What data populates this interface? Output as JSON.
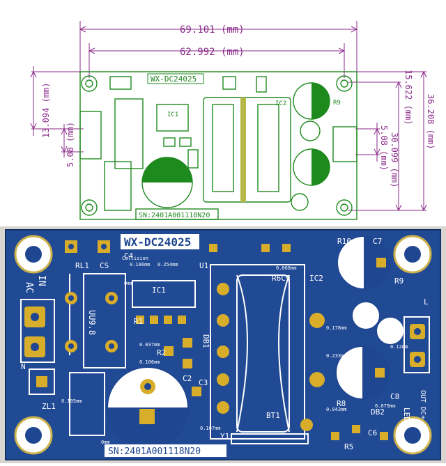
{
  "dims": {
    "width_total": "69.101 (mm)",
    "width_holes": "62.992 (mm)",
    "left_hole_y": "13.094 (mm)",
    "left_conn_pitch": "5.08 (mm)",
    "right_top_offset": "15.622 (mm)",
    "height_total": "36.208 (mm)",
    "right_conn_pitch": "5.08 (mm)",
    "right_height": "30.099 (mm)"
  },
  "board": {
    "model": "WX-DC24025",
    "serial": "SN:2401A001118N20",
    "labels": {
      "rl1": "RL1",
      "cs": "CS",
      "ic1": "IC1",
      "db1": "DB1",
      "ic2": "IC2",
      "r10": "R10",
      "c7": "C7",
      "r9": "R9",
      "ac": "AC",
      "in": "IN",
      "l": "L",
      "n": "N",
      "zl1": "ZL1",
      "r6c9": "R6C9",
      "r1": "R1",
      "r2": "R2",
      "c2": "C2",
      "c3": "C3",
      "c4": "C4",
      "uu98": "UU9.8",
      "bt1": "BT1",
      "y1": "Y1",
      "r8": "R8",
      "c6": "C6",
      "c8": "C8",
      "db2": "DB2",
      "led": "LED",
      "out": "OUT DC+",
      "u1": "U1",
      "r5": "R5"
    },
    "annotations": {
      "a1": "0.106mm",
      "a2": "0.254mm",
      "a3": "0.068mm",
      "a4": "0.178mm",
      "a5": "0.233mm",
      "a6": "0.037mm",
      "a7": "0.106mm",
      "a8": "0.195mm",
      "a9": "0.107mm",
      "a10": "0.043mm",
      "a11": "0.079mm",
      "a12": "0.12mm",
      "a13": "0mm",
      "a14": "0mm",
      "collision": "Collision"
    }
  }
}
